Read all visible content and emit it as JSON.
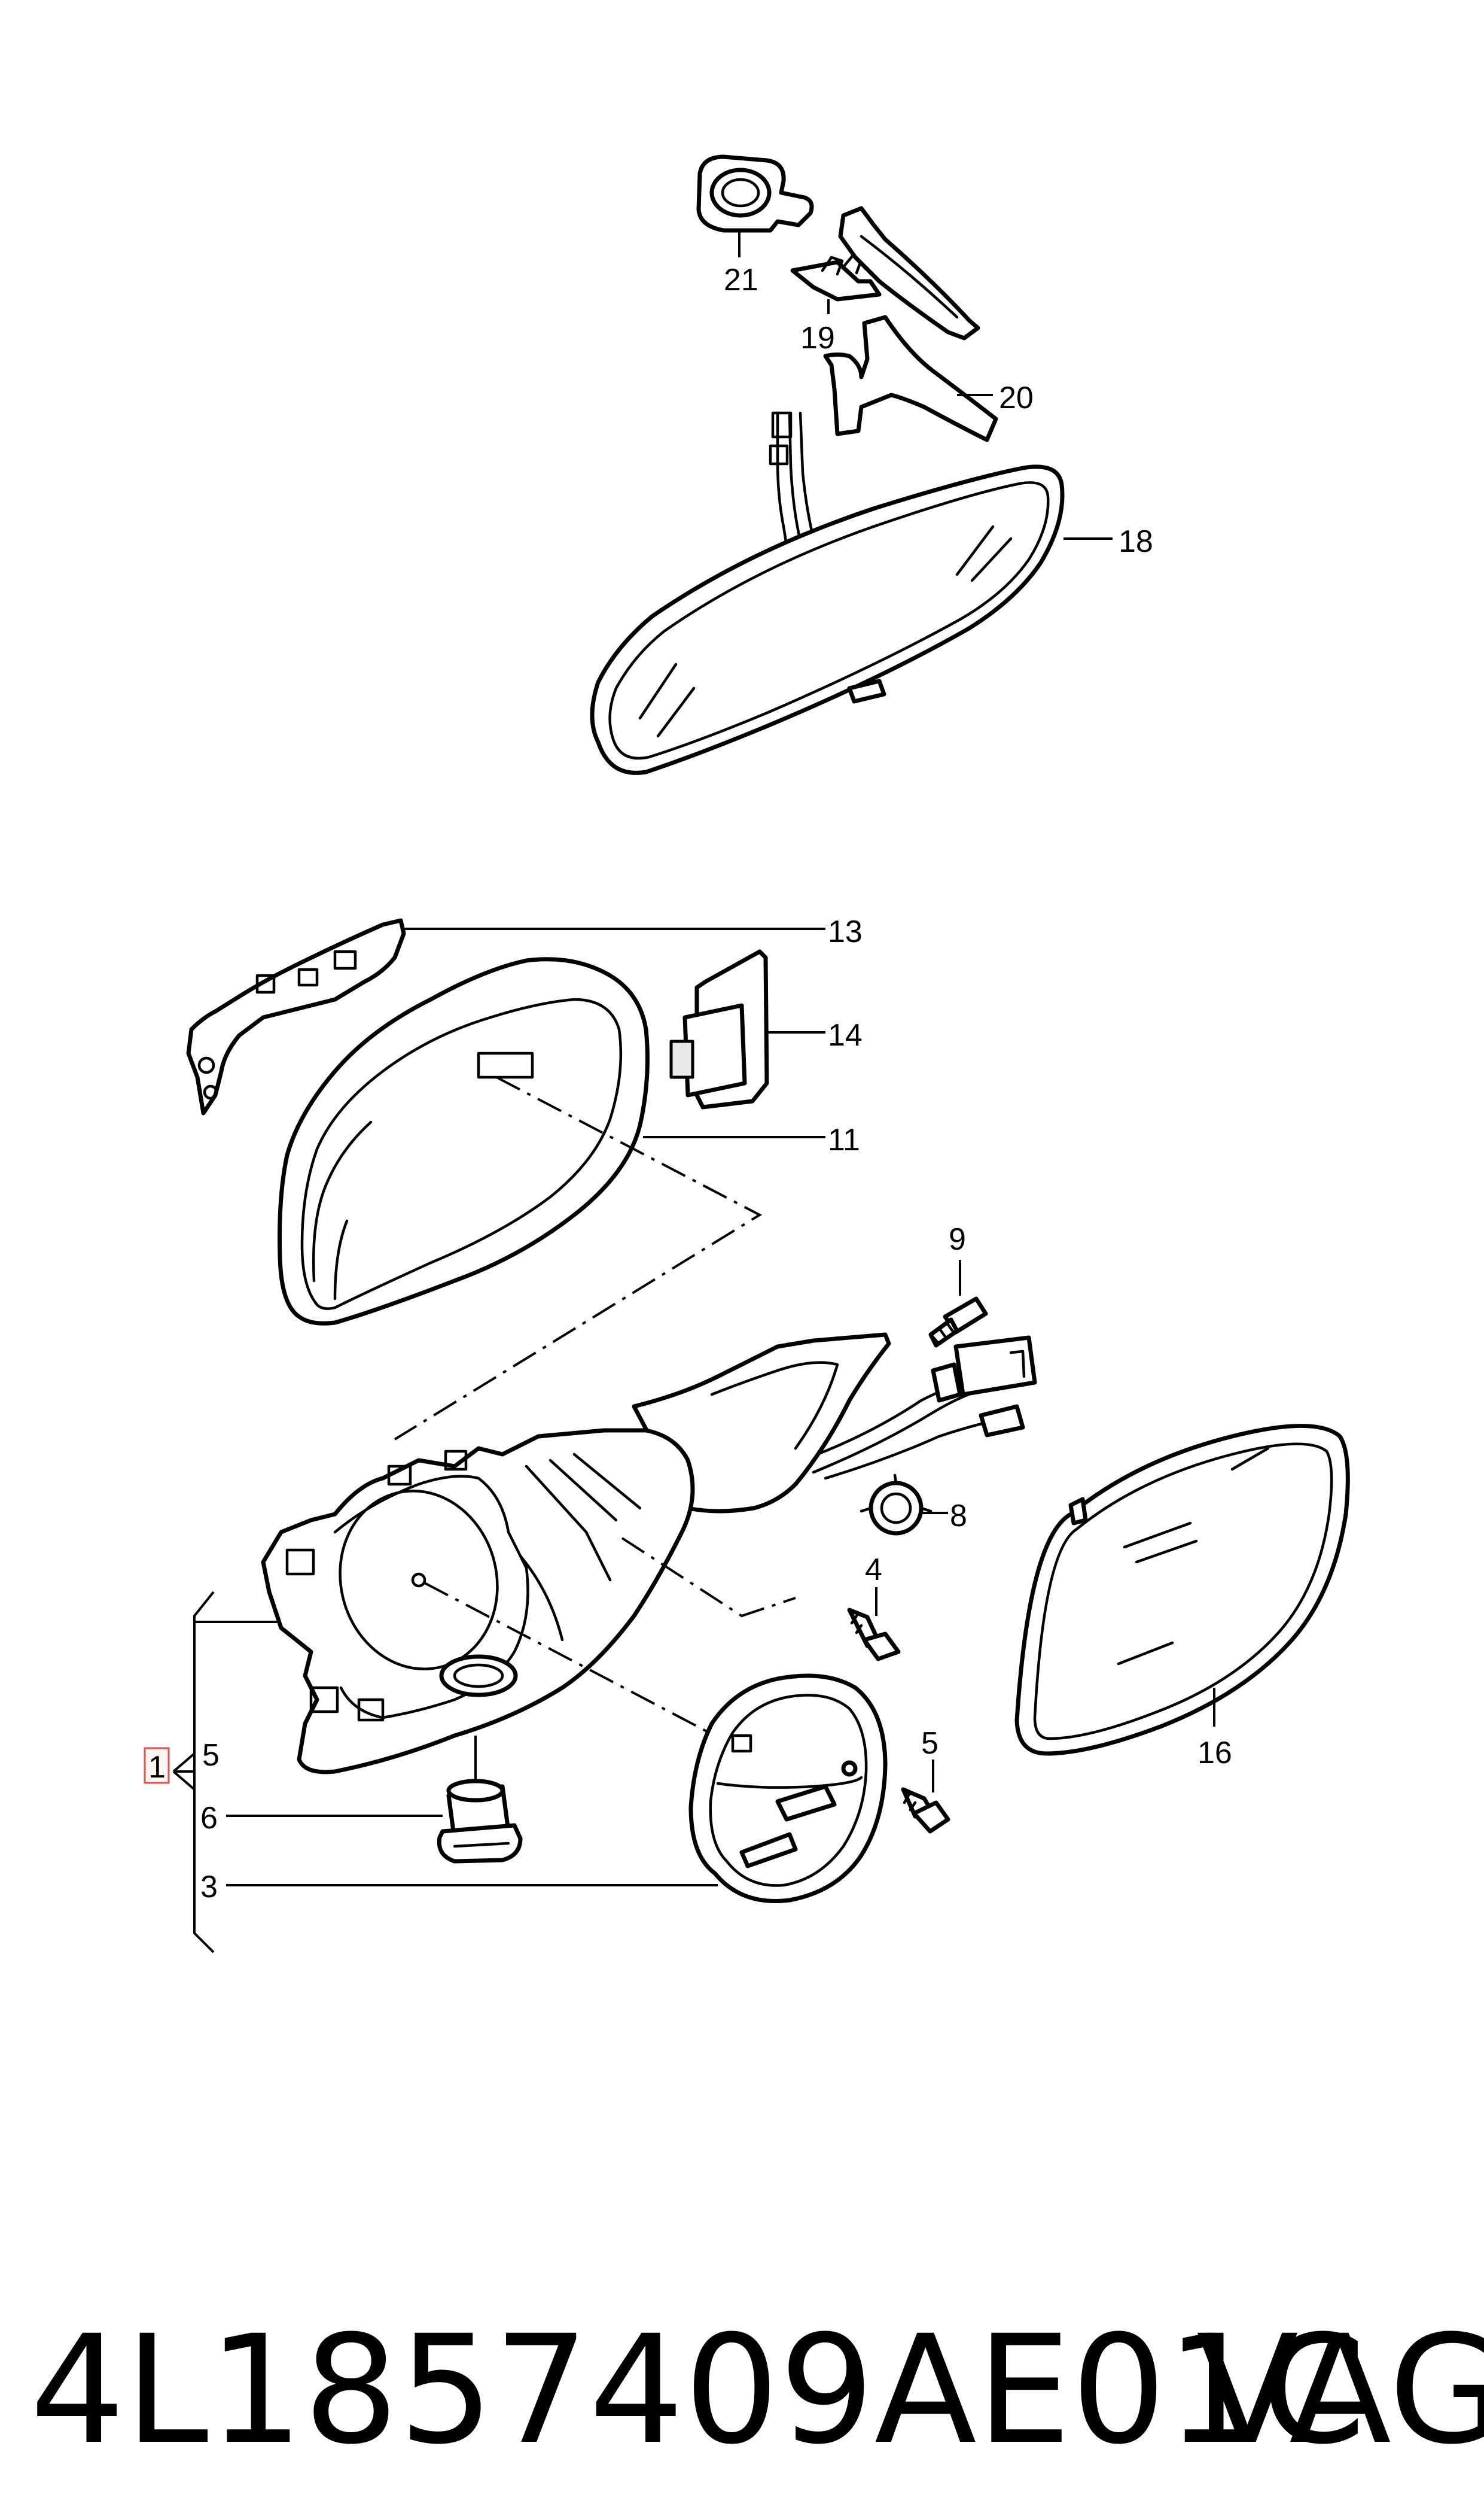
{
  "callouts": {
    "c21": "21",
    "c19": "19",
    "c20": "20",
    "c18": "18",
    "c13": "13",
    "c14": "14",
    "c11": "11",
    "c9": "9",
    "c8": "8",
    "c4": "4",
    "c16": "16",
    "c5a": "5",
    "c1": "1",
    "c5b": "5",
    "c6": "6",
    "c3": "3"
  },
  "footer": {
    "part_number": "4L1857409AE01C",
    "brand": "VAG"
  },
  "colors": {
    "line": "#000000",
    "background": "#ffffff",
    "highlight_border": "#e05050"
  }
}
